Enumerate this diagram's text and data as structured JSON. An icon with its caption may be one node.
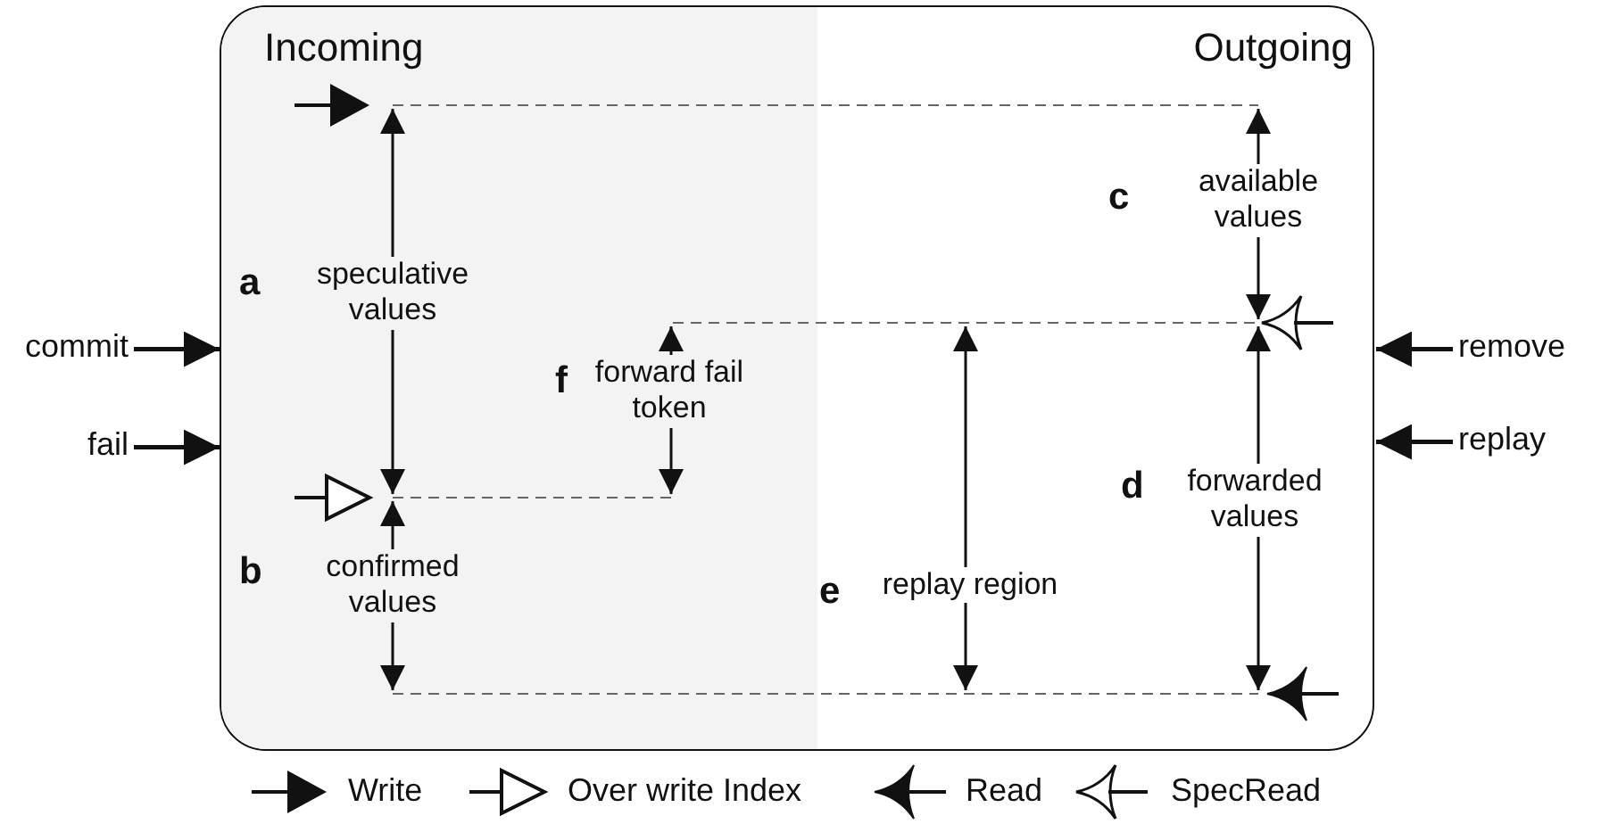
{
  "diagram": {
    "nodes": [
      {
        "text": [
          "Incoming",
          "Outgoing"
        ]
      },
      {
        "text": [
          "commit"
        ]
      },
      {
        "text": [
          "fail"
        ]
      },
      {
        "text": [
          "remove"
        ]
      },
      {
        "text": [
          "replay"
        ]
      }
    ],
    "edges": [
      {
        "from": 1,
        "to": 0,
        "arrow": "to"
      },
      {
        "from": 2,
        "to": 0,
        "arrow": "to"
      },
      {
        "from": 3,
        "to": 0,
        "arrow": "to"
      },
      {
        "from": 4,
        "to": 0,
        "arrow": "to"
      }
    ],
    "labels": [
      "a",
      "speculative values",
      "b",
      "confirmed values",
      "c",
      "available values",
      "d",
      "forwarded values",
      "e",
      "replay region",
      "f",
      "forward fail token"
    ],
    "legend": [
      {
        "text": "Write"
      },
      {
        "text": "Over write Index"
      },
      {
        "text": "Read"
      },
      {
        "text": "SpecRead"
      }
    ]
  }
}
